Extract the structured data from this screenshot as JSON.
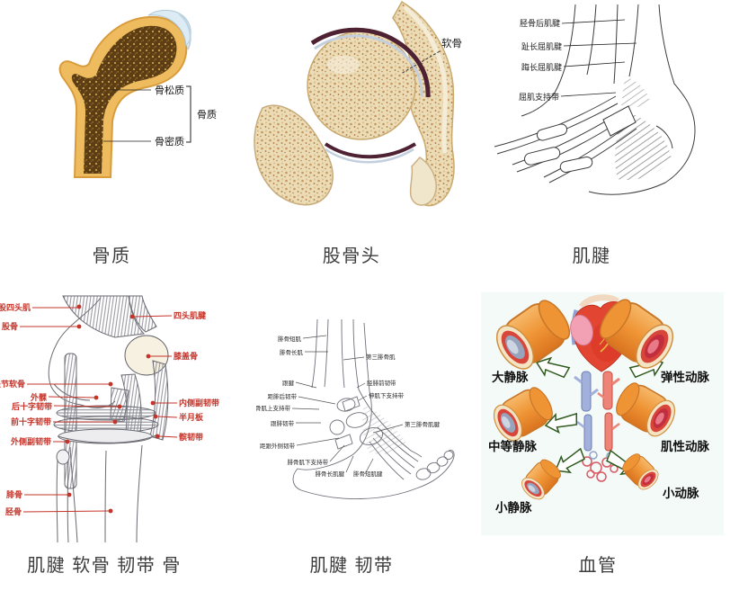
{
  "figures": [
    {
      "id": "bone-quality",
      "caption": "骨质",
      "labels": {
        "spongy": "骨松质",
        "group": "骨质",
        "compact": "骨密质"
      }
    },
    {
      "id": "femoral-head",
      "caption": "股骨头",
      "labels": {
        "cartilage": "软骨"
      }
    },
    {
      "id": "ankle-tendons",
      "caption": "肌腱",
      "labels": [
        "胫骨后肌腱",
        "趾长屈肌腱",
        "踇长屈肌腱",
        "屈肌支持带"
      ]
    },
    {
      "id": "knee-joint",
      "caption": "肌腱 软骨 韧带 骨",
      "left": [
        "股四头肌",
        "股骨",
        "关节软骨",
        "外髁",
        "后十字韧带",
        "前十字韧带",
        "外侧副韧带",
        "腓骨",
        "胫骨"
      ],
      "right": [
        "四头肌腱",
        "膝盖骨",
        "内侧副韧带",
        "半月板",
        "髌韧带"
      ]
    },
    {
      "id": "ankle-ligaments",
      "caption": "肌腱 韧带",
      "left": [
        "腓骨短肌",
        "腓骨长肌",
        "跟腱",
        "距腓后韧带",
        "腓骨肌上支持带",
        "跟腓韧带",
        "距跟外侧韧带",
        "腓骨肌下支持带",
        "腓骨长肌腱",
        "腓骨短肌腱"
      ],
      "right": [
        "第三腓骨肌",
        "胫腓前韧带",
        "伸肌下支持带",
        "第三腓骨肌腱"
      ]
    },
    {
      "id": "blood-vessels",
      "caption": "血管",
      "left": [
        "大静脉",
        "中等静脉",
        "小静脉"
      ],
      "right": [
        "弹性动脉",
        "肌性动脉",
        "小动脉"
      ]
    }
  ],
  "colors": {
    "label_red": "#c4342a",
    "bone_orange": "#eebc5e",
    "spongy_brown": "#5d3e14",
    "cartilage_blue": "#dcebf4",
    "vein_lumen": "#98a4bc",
    "artery_red": "#c22e3e",
    "arrow_green": "#2f5a1e"
  }
}
